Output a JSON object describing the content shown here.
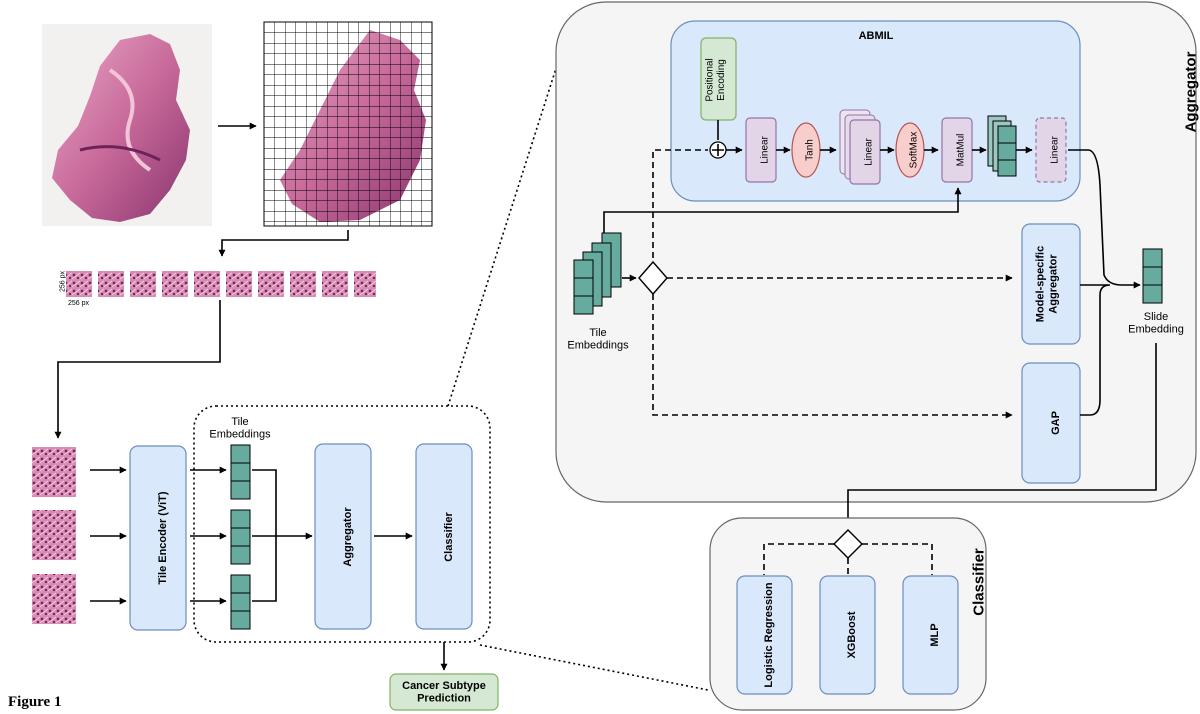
{
  "figure_label": "Figure 1",
  "tiles": {
    "height_label": "256 px",
    "width_label": "256 px"
  },
  "left": {
    "tile_encoder": "Tile Encoder (ViT)",
    "tile_embeddings": "Tile\nEmbeddings",
    "aggregator": "Aggregator",
    "classifier": "Classifier",
    "prediction": "Cancer Subtype\nPrediction"
  },
  "aggregator_panel": {
    "title": "Aggregator",
    "abmil_title": "ABMIL",
    "positional_encoding": "Positional\nEncoding",
    "linear1": "Linear",
    "tanh": "Tanh",
    "linear2": "Linear",
    "softmax": "SoftMax",
    "matmul": "MatMul",
    "linear3": "Linear",
    "tile_embeddings": "Tile\nEmbeddings",
    "model_specific": "Model-specific\nAggregator",
    "gap": "GAP",
    "slide_embedding": "Slide\nEmbedding"
  },
  "classifier_panel": {
    "title": "Classifier",
    "options": [
      "Logistic Regression",
      "XGBoost",
      "MLP"
    ]
  },
  "colors": {
    "blue_fill": "#dae8fc",
    "purple_fill": "#e1d5e7",
    "red_fill": "#f8cecc",
    "green_fill": "#d5e8d4",
    "teal_fill": "#67ab9f",
    "panel_fill": "#f5f5f5"
  }
}
